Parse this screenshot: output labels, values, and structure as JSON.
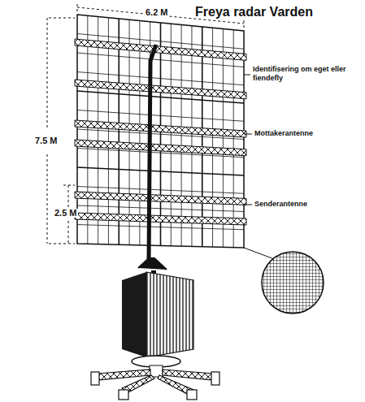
{
  "diagram": {
    "title": "Freya radar Varden",
    "labels": [
      "6.2 M",
      "7.5 M",
      "2.5 M",
      "Identifisering om eget eller fiendefly",
      "Mottakerantenne",
      "Senderantenne"
    ]
  }
}
